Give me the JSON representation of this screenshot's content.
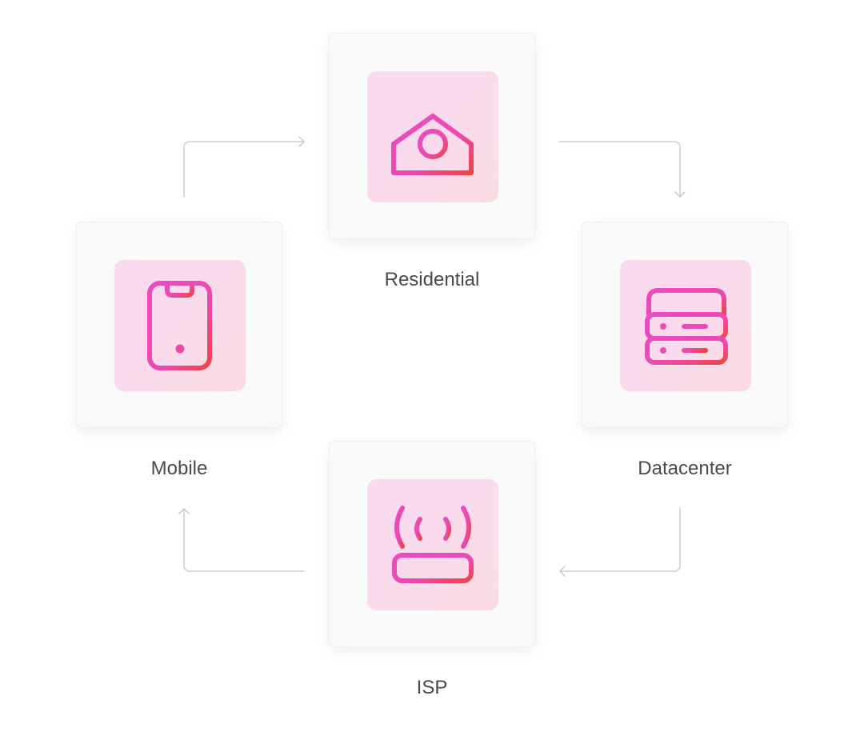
{
  "nodes": {
    "residential": {
      "label": "Residential",
      "icon": "house-icon"
    },
    "datacenter": {
      "label": "Datacenter",
      "icon": "server-stack-icon"
    },
    "isp": {
      "label": "ISP",
      "icon": "router-icon"
    },
    "mobile": {
      "label": "Mobile",
      "icon": "smartphone-icon"
    }
  },
  "flow": [
    "mobile",
    "residential",
    "datacenter",
    "isp",
    "mobile"
  ],
  "colors": {
    "icon_start": "#ea4cc0",
    "icon_end": "#ef4444",
    "arrow": "#cfcfcf",
    "label": "#4a4a4a"
  }
}
